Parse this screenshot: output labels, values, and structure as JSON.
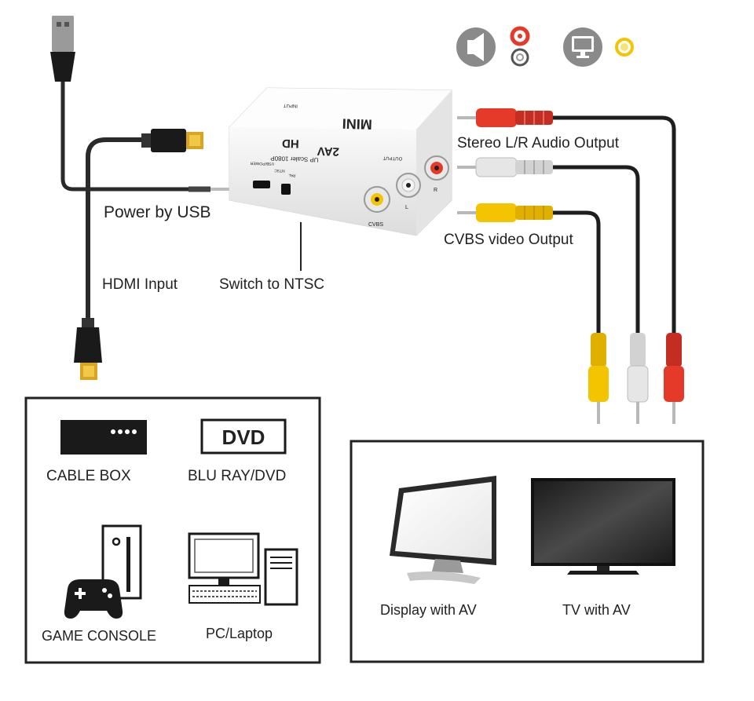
{
  "device": {
    "brand": "MINI",
    "model_line1": "HD",
    "model_line2": "2AV",
    "subtitle": "UP Scaler 1080P",
    "input_tag": "INPUT",
    "output_tag": "OUTPUT",
    "usb_power_tag": "USB/POWER",
    "ntsc_tag": "NTSC",
    "pal_tag": "PAL",
    "cvbs_tag": "CVBS",
    "l_tag": "L",
    "r_tag": "R"
  },
  "labels": {
    "power": "Power by USB",
    "hdmi_input": "HDMI Input",
    "switch": "Switch to NTSC",
    "audio_output": "Stereo L/R Audio Output",
    "video_output": "CVBS video Output"
  },
  "sources": {
    "cable_box": "CABLE BOX",
    "dvd_logo": "DVD",
    "blu_ray": "BLU RAY/DVD",
    "game_console": "GAME CONSOLE",
    "pc": "PC/Laptop"
  },
  "displays": {
    "monitor": "Display with  AV",
    "tv": "TV with AV"
  },
  "colors": {
    "rca_red": "#e53a2a",
    "rca_white": "#e6e6e6",
    "rca_yellow": "#f5c400",
    "cable": "#222222",
    "gold": "#d9a520",
    "icon_gray": "#8a8a8a"
  },
  "icons": [
    "speaker-icon",
    "monitor-icon",
    "usb-plug-icon",
    "hdmi-plug-icon",
    "gamepad-icon"
  ]
}
